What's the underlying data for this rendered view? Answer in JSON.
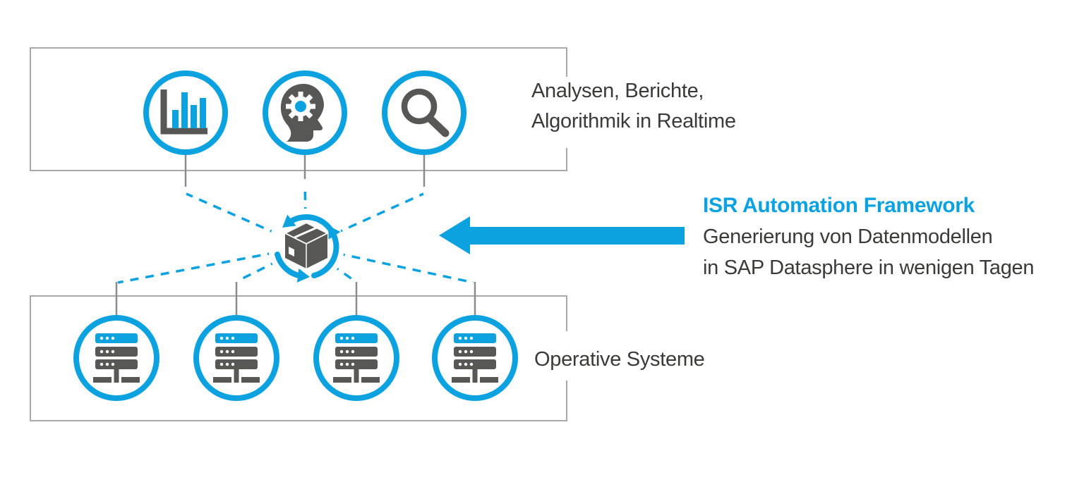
{
  "colors": {
    "blue": "#0ca2e0",
    "icon_gray": "#575756",
    "border_gray": "#a9a9a9",
    "connector_gray": "#8c8c8c",
    "text": "#3a3a39"
  },
  "top_group": {
    "label_line1": "Analysen, Berichte,",
    "label_line2": "Algorithmik in Realtime",
    "icons": [
      "bar-chart",
      "head-gear",
      "magnifier"
    ]
  },
  "hub": {
    "icon": "package-sync-arrows"
  },
  "annotation": {
    "title": "ISR Automation Framework",
    "body_line1": "Generierung von Datenmodellen",
    "body_line2": "in SAP Datasphere in wenigen Tagen"
  },
  "bottom_group": {
    "label": "Operative Systeme",
    "server_count": 4
  }
}
